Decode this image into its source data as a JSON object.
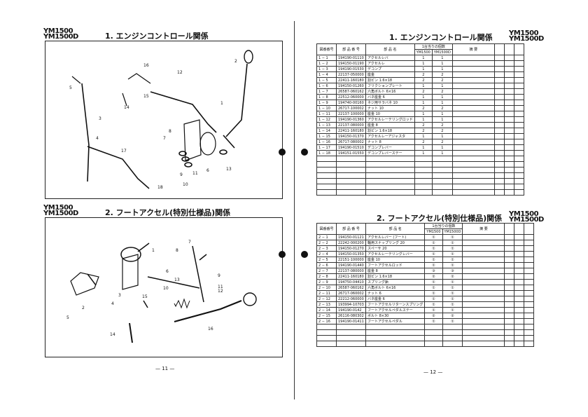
{
  "left_page": {
    "section1": {
      "model": [
        "YM1500",
        "YM1500D"
      ],
      "title": "1. エンジンコントロール関係",
      "callouts": [
        "1",
        "2",
        "3",
        "4",
        "5",
        "6",
        "7",
        "8",
        "9",
        "10",
        "11",
        "12",
        "13",
        "14",
        "15",
        "16",
        "17",
        "18"
      ]
    },
    "section2": {
      "model": [
        "YM1500",
        "YM1500D"
      ],
      "title": "2. フートアクセル(特別仕様品)関係",
      "callouts": [
        "1",
        "2",
        "3",
        "4",
        "5",
        "6",
        "7",
        "8",
        "9",
        "10",
        "11",
        "12",
        "13",
        "14",
        "15",
        "16"
      ]
    },
    "page_number": "— 11 —"
  },
  "right_page": {
    "section1": {
      "model": [
        "YM1500",
        "YM1500D"
      ],
      "title": "1. エンジンコントロール関係",
      "headers": {
        "no": "図番番号",
        "pn": "部 品 番 号",
        "name": "部 品 名",
        "qty_group": "1台当りの個数",
        "q1": "YM1500",
        "q2": "YM1500D",
        "remarks": "摘 要"
      },
      "rows": [
        {
          "no": "1 − 1",
          "pn": "194190-01110",
          "name": "アクセルレバ",
          "q1": "1",
          "q2": "1"
        },
        {
          "no": "1 − 2",
          "pn": "194150-01190",
          "name": "アクセルレ",
          "q1": "1",
          "q2": "1"
        },
        {
          "no": "1 − 3",
          "pn": "194190-01530",
          "name": "デコンプ",
          "q1": "1",
          "q2": "1"
        },
        {
          "no": "1 − 4",
          "pn": "22137-050000",
          "name": "座金",
          "q1": "2",
          "q2": "2"
        },
        {
          "no": "1 − 5",
          "pn": "22411-160180",
          "name": "割ピン 1.6×18",
          "q1": "2",
          "q2": "2"
        },
        {
          "no": "1 − 6",
          "pn": "194150-01260",
          "name": "フリクションプレート",
          "q1": "1",
          "q2": "1"
        },
        {
          "no": "1 − 7",
          "pn": "26587-060162",
          "name": "六角ボルト 6×16",
          "q1": "2",
          "q2": "2"
        },
        {
          "no": "1 − 8",
          "pn": "22512-060000",
          "name": "バネ座金 6",
          "q1": "1",
          "q2": "1"
        },
        {
          "no": "1 − 9",
          "pn": "194740-00160",
          "name": "ネジ用サラバネ 10",
          "q1": "1",
          "q2": "1"
        },
        {
          "no": "1 − 10",
          "pn": "26717-100002",
          "name": "ナット 10",
          "q1": "2",
          "q2": "2"
        },
        {
          "no": "1 − 11",
          "pn": "22137-100000",
          "name": "座金 10",
          "q1": "1",
          "q2": "1"
        },
        {
          "no": "1 − 12",
          "pn": "194190-01360",
          "name": "アクセルレーテリングロッド",
          "q1": "1",
          "q2": "1"
        },
        {
          "no": "1 − 13",
          "pn": "22137-080000",
          "name": "座金 8",
          "q1": "2",
          "q2": "2"
        },
        {
          "no": "1 − 14",
          "pn": "22411-160180",
          "name": "割ピン 1.6×18",
          "q1": "2",
          "q2": "2"
        },
        {
          "no": "1 − 15",
          "pn": "194150-01370",
          "name": "アクセルレーアジャスタ",
          "q1": "1",
          "q2": "1"
        },
        {
          "no": "1 − 16",
          "pn": "26717-080002",
          "name": "ナット 8",
          "q1": "2",
          "q2": "2"
        },
        {
          "no": "1 − 17",
          "pn": "194190-01510",
          "name": "デコンプレバー",
          "q1": "1",
          "q2": "1"
        },
        {
          "no": "1 − 18",
          "pn": "194151-01550",
          "name": "デコンプレバーステー",
          "q1": "1",
          "q2": "1"
        }
      ]
    },
    "section2": {
      "model": [
        "YM1500",
        "YM1500D"
      ],
      "title": "2. フートアクセル(特別仕様品)関係",
      "headers": {
        "no": "図番番号",
        "pn": "部 品 番 号",
        "name": "部 品 名",
        "qty_group": "1台当りの個数",
        "q1": "YM1500",
        "q2": "YM1500D",
        "remarks": "摘 要"
      },
      "rows": [
        {
          "no": "2 − 1",
          "pn": "194150-01121",
          "name": "アクセルレバー (フート)",
          "q1": "①",
          "q2": "①"
        },
        {
          "no": "2 − 2",
          "pn": "22242-000200",
          "name": "軸用スナップリング 20",
          "q1": "①",
          "q2": "①"
        },
        {
          "no": "2 − 3",
          "pn": "194150-01270",
          "name": "スペーサ 20",
          "q1": "①",
          "q2": "①"
        },
        {
          "no": "2 − 4",
          "pn": "194150-01350",
          "name": "アクセルレーテリングレバー",
          "q1": "①",
          "q2": "①"
        },
        {
          "no": "2 − 5",
          "pn": "22151-100000",
          "name": "座金 10",
          "q1": "①",
          "q2": "①"
        },
        {
          "no": "2 − 6",
          "pn": "194190-01440",
          "name": "フートアクセルロッド",
          "q1": "①",
          "q2": "①"
        },
        {
          "no": "2 − 7",
          "pn": "22137-080000",
          "name": "座金 8",
          "q1": "③",
          "q2": "③"
        },
        {
          "no": "2 − 8",
          "pn": "22411-160180",
          "name": "割ピン 1.6×18",
          "q1": "②",
          "q2": "②"
        },
        {
          "no": "2 − 9",
          "pn": "194750-04410",
          "name": "スプリング鋲",
          "q1": "①",
          "q2": "①"
        },
        {
          "no": "2 − 10",
          "pn": "26587-060162",
          "name": "六角ボルト 6×16",
          "q1": "①",
          "q2": "①"
        },
        {
          "no": "2 − 11",
          "pn": "26717-060002",
          "name": "ナット 6",
          "q1": "①",
          "q2": "①"
        },
        {
          "no": "2 − 12",
          "pn": "22212-060000",
          "name": "バネ座金 6",
          "q1": "①",
          "q2": "①"
        },
        {
          "no": "2 − 13",
          "pn": "193994-10703",
          "name": "フートアクセルリターンスプリング",
          "q1": "①",
          "q2": "①"
        },
        {
          "no": "2 − 14",
          "pn": "194190-0142_",
          "name": "フートアクセルペダルステー",
          "q1": "①",
          "q2": "①"
        },
        {
          "no": "2 − 15",
          "pn": "26116-080302",
          "name": "ボルト 8×30",
          "q1": "②",
          "q2": "②"
        },
        {
          "no": "2 − 16",
          "pn": "194190-01411",
          "name": "フートアクセルペダル",
          "q1": "①",
          "q2": "①"
        }
      ]
    },
    "page_number": "— 12 —"
  }
}
